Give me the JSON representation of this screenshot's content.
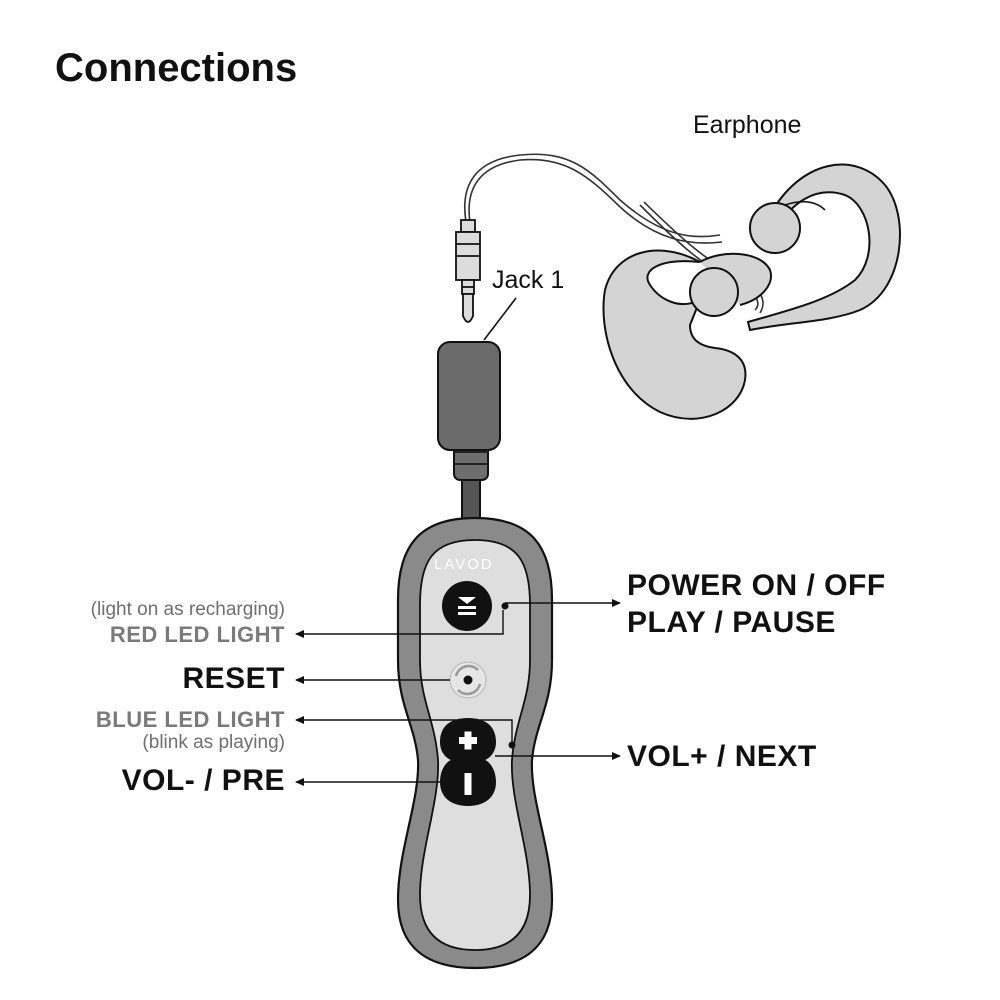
{
  "title": "Connections",
  "labels": {
    "earphone": "Earphone",
    "jack": "Jack 1",
    "brand": "LAVOD",
    "power": "POWER ON / OFF",
    "play": "PLAY / PAUSE",
    "red_note": "(light on as recharging)",
    "red_led": "RED LED LIGHT",
    "reset": "RESET",
    "blue_led": "BLUE LED LIGHT",
    "blue_note": "(blink as playing)",
    "vol_up": "VOL+ / NEXT",
    "vol_down": "VOL- / PRE"
  },
  "colors": {
    "outline": "#111111",
    "body_grey": "#8a8a8a",
    "panel": "#dedede",
    "earphone_fill": "#d4d4d4",
    "button": "#111111",
    "grey_text": "#7a7a7a"
  },
  "icons": {
    "power": "play-pause-icon",
    "reset": "refresh-icon",
    "plus": "plus-icon",
    "minus": "minus-icon"
  }
}
